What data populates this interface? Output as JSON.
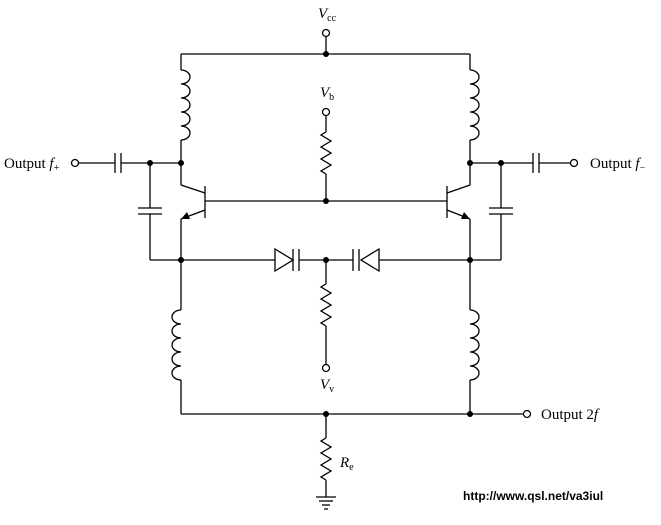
{
  "labels": {
    "vcc": {
      "main": "V",
      "sub": "cc"
    },
    "vb": {
      "main": "V",
      "sub": "b"
    },
    "vv": {
      "main": "V",
      "sub": "v"
    },
    "re": {
      "main": "R",
      "sub": "e"
    },
    "out_plus": {
      "prefix": "Output ",
      "f": "f",
      "sub": "+"
    },
    "out_minus": {
      "prefix": "Output ",
      "f": "f",
      "sub": "−"
    },
    "out_2f": {
      "prefix": "Output 2",
      "f": "f"
    }
  },
  "watermark": "http://www.qsl.net/va3iul"
}
